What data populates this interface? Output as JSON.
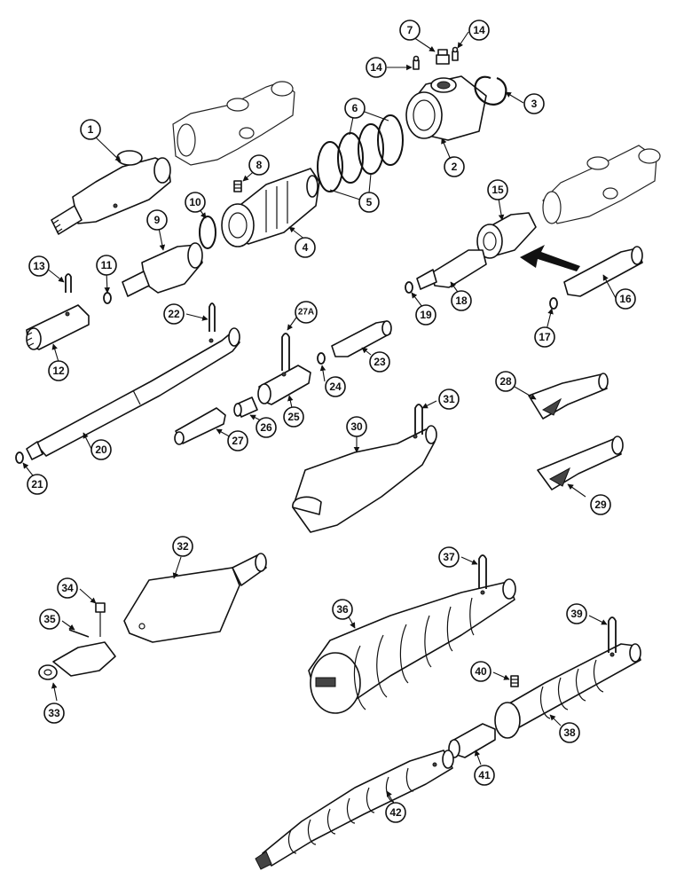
{
  "diagram": {
    "callouts": [
      "1",
      "2",
      "3",
      "4",
      "5",
      "6",
      "7",
      "8",
      "9",
      "10",
      "11",
      "12",
      "13",
      "14",
      "14",
      "15",
      "16",
      "17",
      "18",
      "19",
      "20",
      "21",
      "22",
      "23",
      "24",
      "25",
      "26",
      "27",
      "27A",
      "28",
      "29",
      "30",
      "31",
      "32",
      "33",
      "34",
      "35",
      "36",
      "37",
      "38",
      "39",
      "40",
      "41",
      "42"
    ]
  }
}
